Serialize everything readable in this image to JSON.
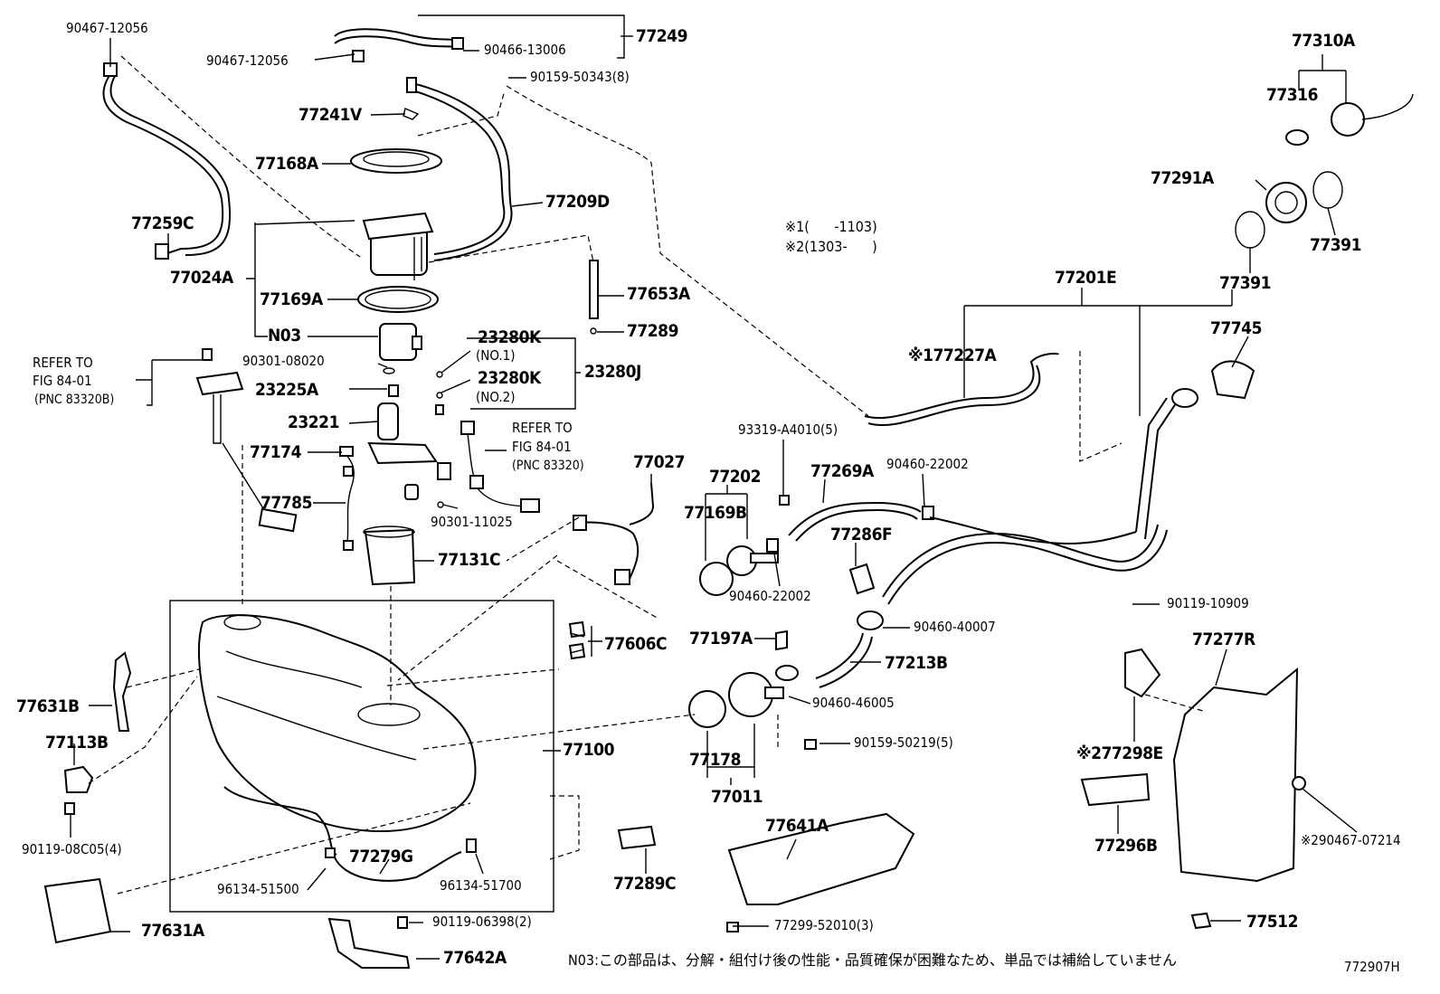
{
  "labels": {
    "p_90467_12056_top": "90467-12056",
    "p_90467_12056_mid": "90467-12056",
    "p_77249": "77249",
    "p_90466_13006": "90466-13006",
    "p_90159_50343": "90159-50343(8)",
    "p_77241V": "77241V",
    "p_77168A": "77168A",
    "p_77209D": "77209D",
    "p_77259C": "77259C",
    "p_77024A": "77024A",
    "p_77169A": "77169A",
    "p_N03": "N03",
    "p_77653A": "77653A",
    "p_77289": "77289",
    "p_90301_08020": "90301-08020",
    "p_23280K_1": "23280K",
    "p_no1": "(NO.1)",
    "p_23280K_2": "23280K",
    "p_no2": "(NO.2)",
    "p_23280J": "23280J",
    "p_23225A": "23225A",
    "p_23221": "23221",
    "p_77174": "77174",
    "p_77785": "77785",
    "p_90301_11025": "90301-11025",
    "p_77131C": "77131C",
    "p_77027": "77027",
    "p_77202": "77202",
    "p_77169B": "77169B",
    "p_93319_A4010": "93319-A4010(5)",
    "p_77269A": "77269A",
    "p_90460_22002_a": "90460-22002",
    "p_90460_22002_b": "90460-22002",
    "p_77286F": "77286F",
    "p_90460_40007": "90460-40007",
    "p_77197A": "77197A",
    "p_77213B": "77213B",
    "p_90460_46005": "90460-46005",
    "p_90159_50219": "90159-50219(5)",
    "p_77178": "77178",
    "p_77011": "77011",
    "p_77606C": "77606C",
    "p_77100": "77100",
    "p_77631B": "77631B",
    "p_77113B": "77113B",
    "p_90119_08C05": "90119-08C05(4)",
    "p_77279G": "77279G",
    "p_96134_51500": "96134-51500",
    "p_96134_51700": "96134-51700",
    "p_77289C": "77289C",
    "p_77631A": "77631A",
    "p_90119_06398": "90119-06398(2)",
    "p_77642A": "77642A",
    "p_77641A": "77641A",
    "p_77299_52010": "77299-52010(3)",
    "p_77310A": "77310A",
    "p_77316": "77316",
    "p_77291A": "77291A",
    "p_77391_a": "77391",
    "p_77391_b": "77391",
    "p_77201E": "77201E",
    "p_77227A": "※177227A",
    "p_77745": "77745",
    "p_90119_10909": "90119-10909",
    "p_77277R": "77277R",
    "p_77298E": "※277298E",
    "p_90467_07214": "※290467-07214",
    "p_77296B": "77296B",
    "p_77512": "77512"
  },
  "refer_left": [
    "REFER TO",
    "FIG 84-01",
    "(PNC 83320B)"
  ],
  "refer_mid": [
    "REFER TO",
    "FIG 84-01",
    "(PNC 83320)"
  ],
  "legend": {
    "line1": "※1(      -1103)",
    "line2": "※2(1303-      )"
  },
  "footnote": "N03:この部品は、分解・組付け後の性能・品質確保が困難なため、単品では補給していません",
  "diagram_code": "772907H"
}
